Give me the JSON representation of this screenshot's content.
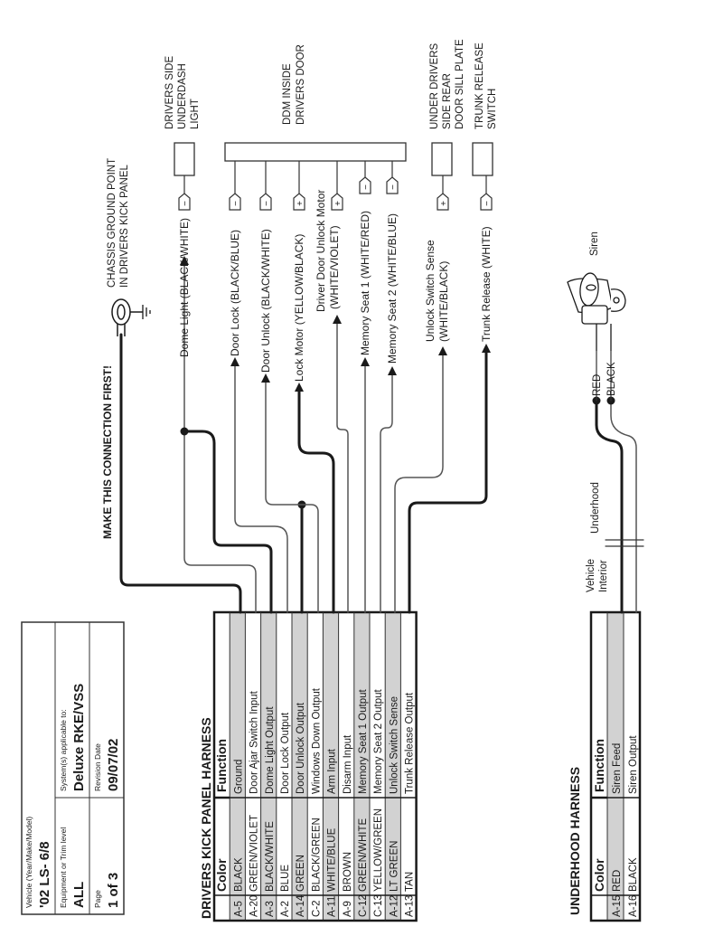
{
  "info_box": {
    "vehicle_label": "Vehicle (Year/Make/Model)",
    "vehicle_value": "'02 LS- 6/8",
    "equipment_label": "Equipment or Trim level",
    "equipment_value": "ALL",
    "page_label": "Page",
    "page_value": "1 of 3",
    "systems_label": "System(s) applicable to:",
    "systems_value": "Deluxe RKE/VSS",
    "revision_label": "Revision Date",
    "revision_value": "09/07/02"
  },
  "kick_panel": {
    "title": "DRIVERS KICK PANEL HARNESS",
    "headers": {
      "color": "Color",
      "function": "Function"
    },
    "rows": [
      {
        "pin": "A-5",
        "color": "BLACK",
        "function": "Ground",
        "shaded": true
      },
      {
        "pin": "A-20",
        "color": "GREEN/VIOLET",
        "function": "Door Ajar Switch Input",
        "shaded": false
      },
      {
        "pin": "A-3",
        "color": "BLACK/WHITE",
        "function": "Dome Light Output",
        "shaded": true
      },
      {
        "pin": "A-2",
        "color": "BLUE",
        "function": "Door Lock Output",
        "shaded": false
      },
      {
        "pin": "A-14",
        "color": "GREEN",
        "function": "Door Unlock Output",
        "shaded": true
      },
      {
        "pin": "C-2",
        "color": "BLACK/GREEN",
        "function": "Windows Down Output",
        "shaded": false
      },
      {
        "pin": "A-11",
        "color": "WHITE/BLUE",
        "function": "Arm Input",
        "shaded": true
      },
      {
        "pin": "A-9",
        "color": "BROWN",
        "function": "Disarm Input",
        "shaded": false
      },
      {
        "pin": "C-12",
        "color": "GREEN/WHITE",
        "function": "Memory Seat 1 Output",
        "shaded": true
      },
      {
        "pin": "C-13",
        "color": "YELLOW/GREEN",
        "function": "Memory Seat 2 Output",
        "shaded": false
      },
      {
        "pin": "A-12",
        "color": "LT GREEN",
        "function": "Unlock Switch Sense",
        "shaded": true
      },
      {
        "pin": "A-13",
        "color": "TAN",
        "function": "Trunk Release Output",
        "shaded": false
      }
    ]
  },
  "underhood": {
    "title": "UNDERHOOD HARNESS",
    "headers": {
      "color": "Color",
      "function": "Function"
    },
    "rows": [
      {
        "pin": "A-15",
        "color": "RED",
        "function": "Siren Feed",
        "shaded": true
      },
      {
        "pin": "A-16",
        "color": "BLACK",
        "function": "Siren Output",
        "shaded": false
      }
    ]
  },
  "diagram": {
    "ground_warning": "MAKE THIS CONNECTION FIRST!",
    "ground_point": [
      "CHASSIS GROUND POINT",
      "IN DRIVERS KICK PANEL"
    ],
    "underdash_light": [
      "DRIVERS SIDE",
      "UNDERDASH",
      "LIGHT"
    ],
    "ddm": [
      "DDM INSIDE",
      "DRIVERS DOOR"
    ],
    "sill_plate": [
      "UNDER DRIVERS",
      "SIDE REAR",
      "DOOR SILL PLATE"
    ],
    "trunk_switch": [
      "TRUNK RELEASE",
      "SWITCH"
    ],
    "wires": {
      "dome_light": "Dome Light (BLACK/WHITE)",
      "door_lock": "Door Lock (BLACK/BLUE)",
      "door_unlock": "Door Unlock (BLACK/WHITE)",
      "lock_motor": "Lock Motor (YELLOW/BLACK)",
      "driver_unlock_1": "Driver Door Unlock Motor",
      "driver_unlock_2": "(WHITE/VIOLET)",
      "memory_seat_1": "Memory Seat 1 (WHITE/RED)",
      "memory_seat_2": "Memory Seat 2 (WHITE/BLUE)",
      "unlock_sense_1": "Unlock Switch Sense",
      "unlock_sense_2": "(WHITE/BLACK)",
      "trunk_release": "Trunk Release (WHITE)"
    },
    "polarity": {
      "neg": "−",
      "pos": "+"
    },
    "siren_label": "Siren",
    "siren_red": "RED",
    "siren_black": "BLACK",
    "underhood_label": "Underhood",
    "vehicle_interior": [
      "Vehicle",
      "Interior"
    ]
  },
  "colors": {
    "shade": "#d2d2d2",
    "line": "#1a1a1a",
    "thin": "#555555"
  }
}
